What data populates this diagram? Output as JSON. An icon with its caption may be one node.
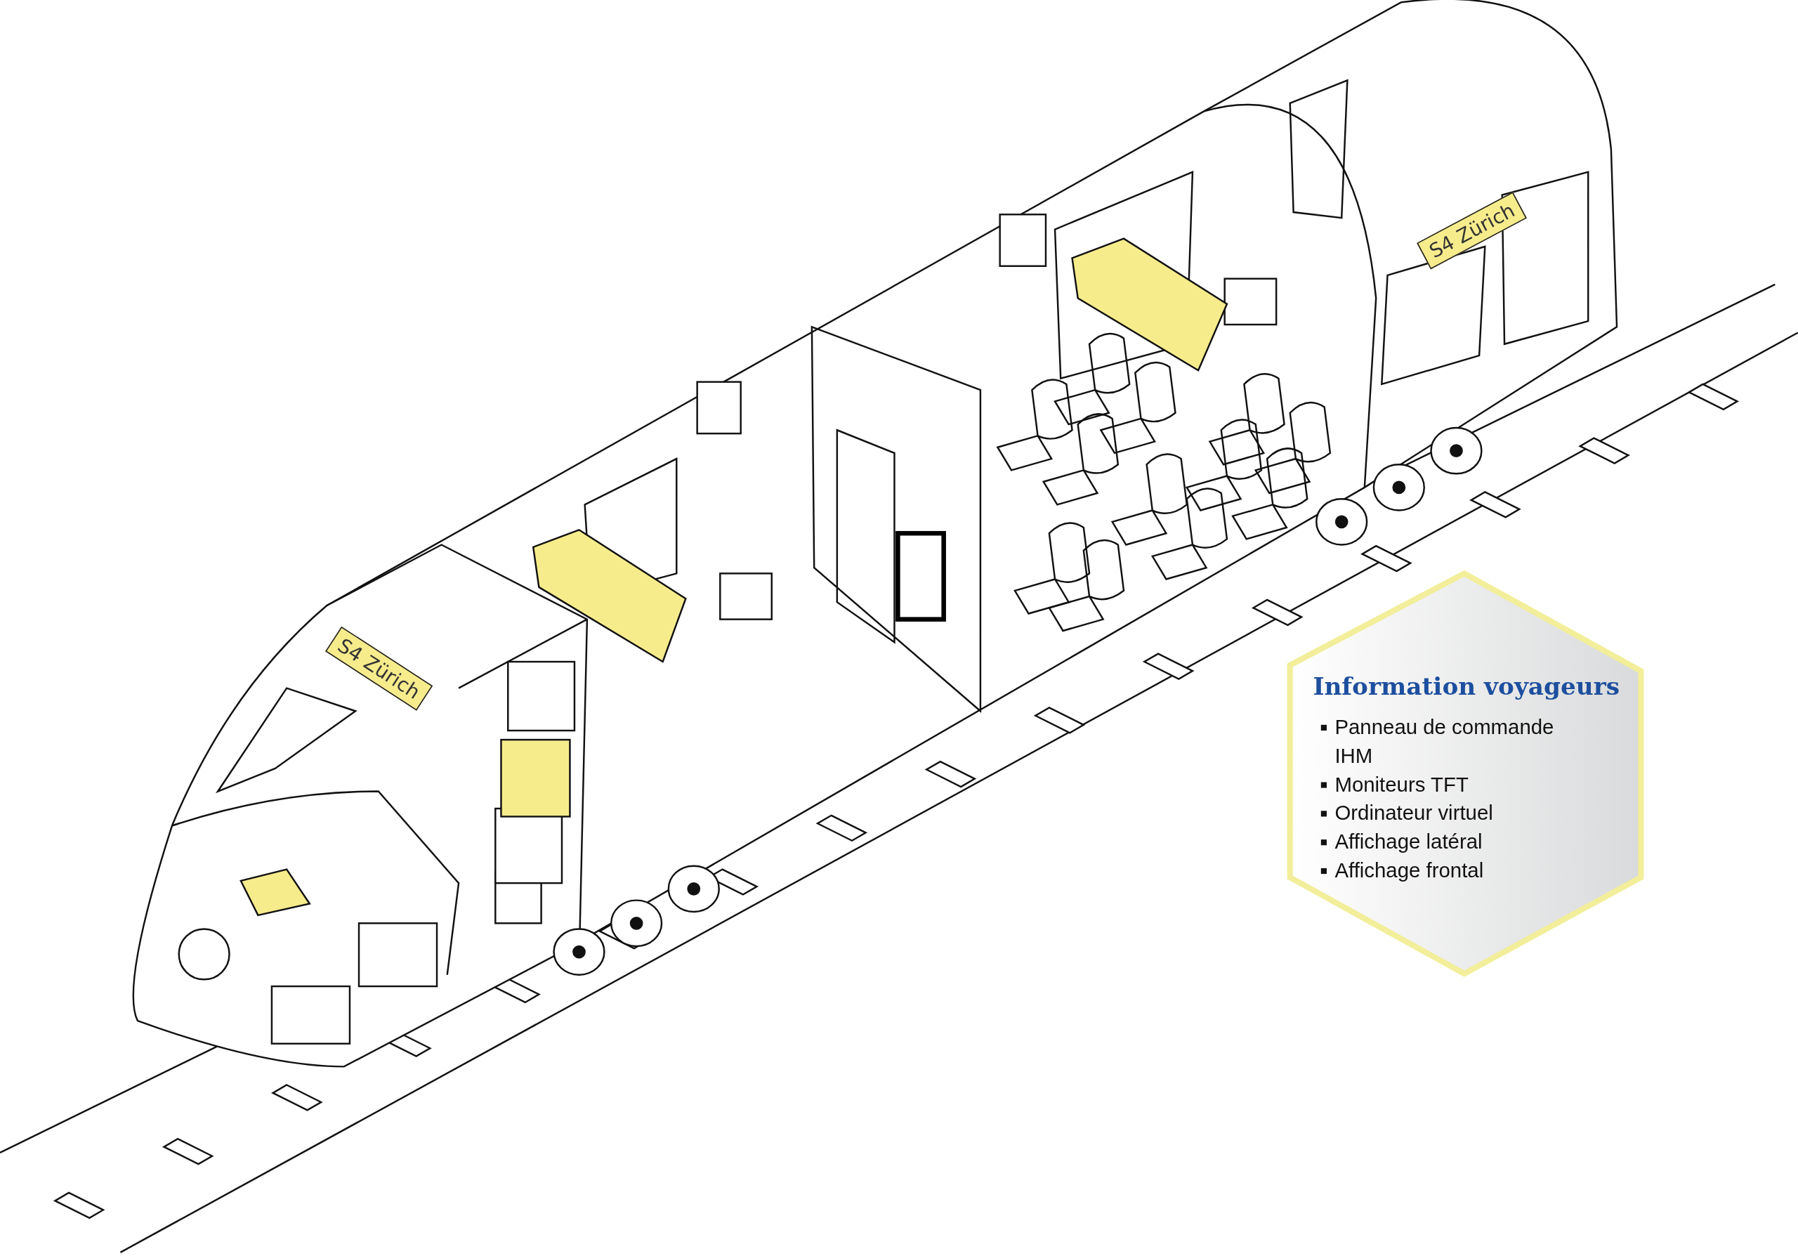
{
  "diagram": {
    "nodes": [
      {
        "text": [
          "Information voyageurs",
          "Panneau de commande IHM",
          "Moniteurs TFT",
          "Ordinateur virtuel",
          "Affichage latéral",
          "Affichage frontal"
        ]
      }
    ],
    "labels": [
      "S4 Zürich",
      "S4 Zürich"
    ]
  }
}
